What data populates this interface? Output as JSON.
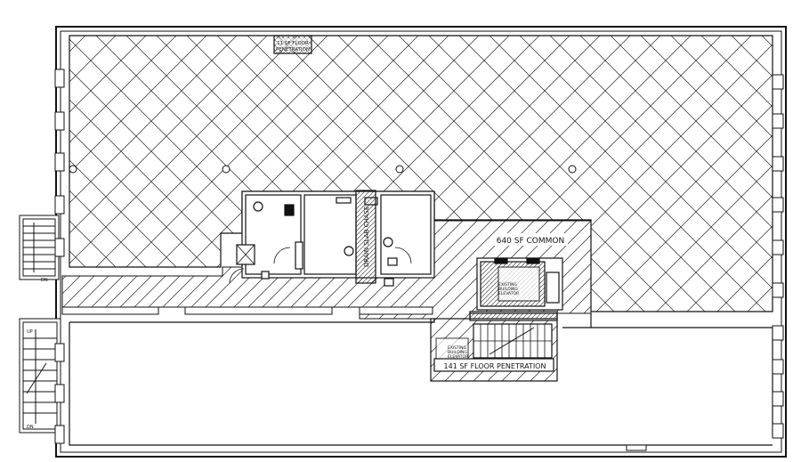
{
  "plan": {
    "annotations": {
      "top_penetration": [
        "11 SF FLOOR",
        "PENETRATION"
      ],
      "common_area": "640 SF COMMON",
      "floor_penetration": "141 SF FLOOR PENETRATION",
      "elevator_upper": [
        "EXISTING",
        "BUILDING",
        "ELEVATOR"
      ],
      "elevator_lower": [
        "EXISTING",
        "BUILDING",
        "ELEVATOR"
      ],
      "chase_vertical": "DRAIN SLAB CHASE",
      "stair_upper": "DN",
      "stair_lower_up": "UP",
      "stair_lower_dn": "DN"
    },
    "colors": {
      "line": "#111111",
      "background": "#ffffff",
      "hatch": "#222222"
    }
  }
}
